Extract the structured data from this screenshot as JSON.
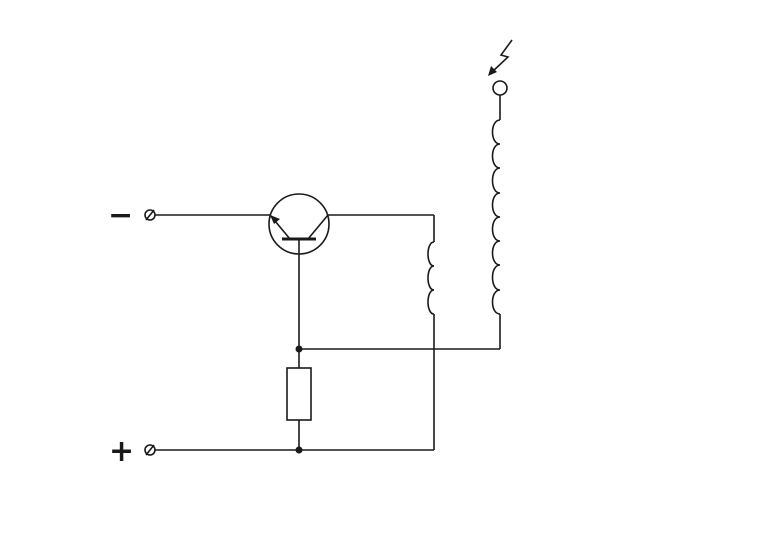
{
  "diagram": {
    "terminals": {
      "negative_label": "−",
      "positive_label": "+"
    },
    "components": [
      "pnp-transistor",
      "resistor",
      "primary-coil",
      "secondary-coil",
      "spark-output"
    ],
    "colors": {
      "line": "#1a1a1a",
      "background": "#ffffff"
    }
  }
}
